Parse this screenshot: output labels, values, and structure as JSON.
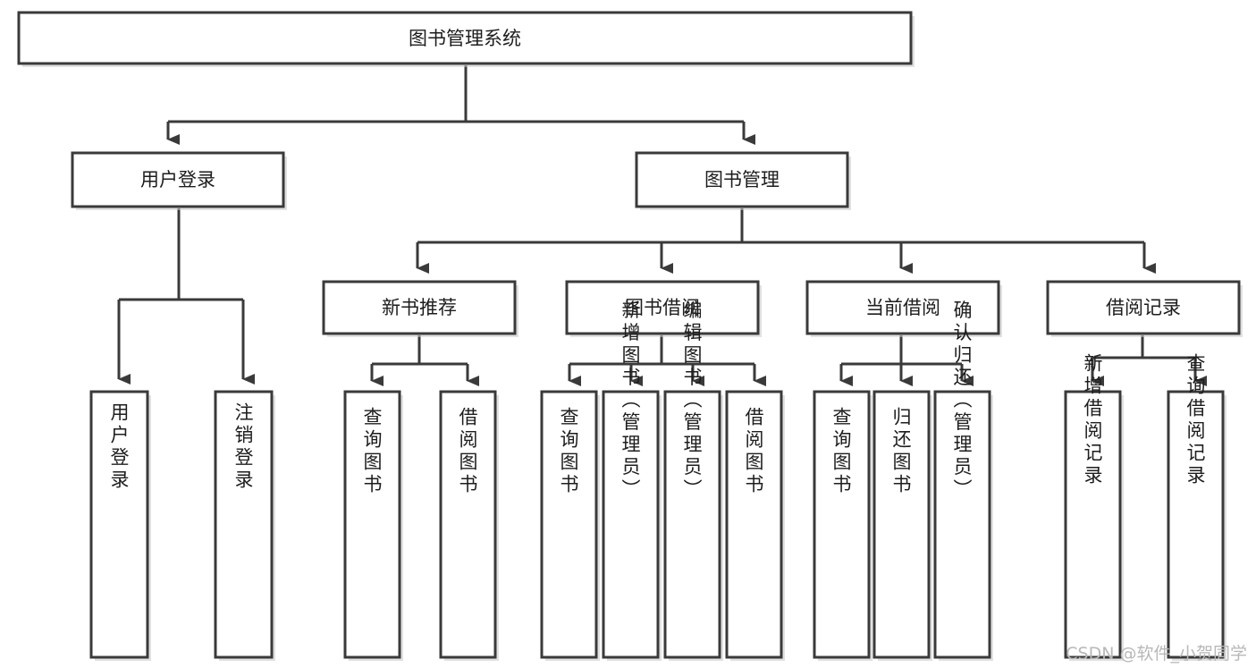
{
  "diagram": {
    "type": "tree-hierarchy",
    "title": "图书管理系统",
    "watermark": "CSDN @软件_小贺同学",
    "colors": {
      "background": "#ffffff",
      "stroke": "#3a3a3a",
      "fill": "#ffffff",
      "text": "#1d1d1d",
      "shadow": "#c8c8c8",
      "watermark": "#b8b8b8"
    },
    "levels": [
      {
        "level": 0,
        "nodes": [
          {
            "id": "root",
            "label": "图书管理系统",
            "orientation": "horizontal"
          }
        ]
      },
      {
        "level": 1,
        "nodes": [
          {
            "id": "login",
            "label": "用户登录",
            "orientation": "horizontal",
            "parent": "root"
          },
          {
            "id": "bookmgmt",
            "label": "图书管理",
            "orientation": "horizontal",
            "parent": "root"
          }
        ]
      },
      {
        "level": 2,
        "nodes": [
          {
            "id": "newbook",
            "label": "新书推荐",
            "orientation": "horizontal",
            "parent": "bookmgmt"
          },
          {
            "id": "borrow",
            "label": "图书借阅",
            "orientation": "horizontal",
            "parent": "bookmgmt"
          },
          {
            "id": "current",
            "label": "当前借阅",
            "orientation": "horizontal",
            "parent": "bookmgmt"
          },
          {
            "id": "record",
            "label": "借阅记录",
            "orientation": "horizontal",
            "parent": "bookmgmt"
          }
        ]
      },
      {
        "level": 3,
        "nodes": [
          {
            "id": "leaf-1",
            "label": "用户登录",
            "orientation": "vertical",
            "parent": "login"
          },
          {
            "id": "leaf-2",
            "label": "注销登录",
            "orientation": "vertical",
            "parent": "login"
          },
          {
            "id": "leaf-3",
            "label": "查询图书",
            "orientation": "vertical",
            "parent": "newbook"
          },
          {
            "id": "leaf-4",
            "label": "借阅图书",
            "orientation": "vertical",
            "parent": "newbook"
          },
          {
            "id": "leaf-5",
            "label": "查询图书",
            "orientation": "vertical",
            "parent": "borrow"
          },
          {
            "id": "leaf-6",
            "label": "新增图书（管理员）",
            "orientation": "vertical",
            "parent": "borrow"
          },
          {
            "id": "leaf-7",
            "label": "编辑图书（管理员）",
            "orientation": "vertical",
            "parent": "borrow"
          },
          {
            "id": "leaf-8",
            "label": "借阅图书",
            "orientation": "vertical",
            "parent": "borrow"
          },
          {
            "id": "leaf-9",
            "label": "查询图书",
            "orientation": "vertical",
            "parent": "current"
          },
          {
            "id": "leaf-10",
            "label": "归还图书",
            "orientation": "vertical",
            "parent": "current"
          },
          {
            "id": "leaf-11",
            "label": "确认归还（管理员）",
            "orientation": "vertical",
            "parent": "current"
          },
          {
            "id": "leaf-12",
            "label": "新增借阅记录",
            "orientation": "vertical",
            "parent": "record"
          },
          {
            "id": "leaf-13",
            "label": "查询借阅记录",
            "orientation": "vertical",
            "parent": "record"
          }
        ]
      }
    ]
  }
}
